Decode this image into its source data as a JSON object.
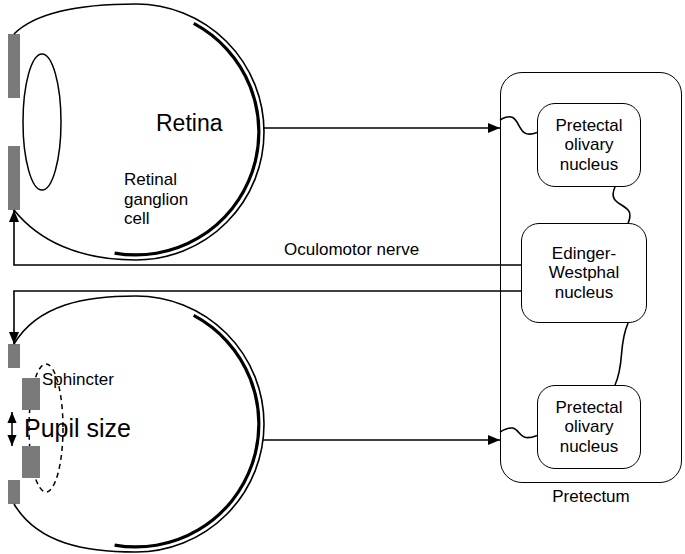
{
  "diagram": {
    "nodes": [
      {
        "text": [
          "Retina",
          "Retinal ganglion cell"
        ]
      },
      {
        "text": [
          "Pretectum"
        ]
      },
      {
        "text": [
          "Pretectal olivary nucleus"
        ],
        "in": 1
      },
      {
        "text": [
          "Edinger-Westphal nucleus"
        ],
        "in": 1
      },
      {
        "text": [
          "Sphincter",
          "Pupil size"
        ]
      },
      {
        "text": [
          "Pretectal olivary nucleus"
        ],
        "in": 1
      }
    ],
    "edges": [
      {
        "from": 0,
        "to": 1,
        "arrow": "to"
      },
      {
        "from": 1,
        "to": 2,
        "arrow": "none"
      },
      {
        "from": 2,
        "to": 3,
        "arrow": "none"
      },
      {
        "from": 3,
        "to": 0,
        "label": "Oculomotor nerve",
        "arrow": "to"
      },
      {
        "from": 3,
        "to": 4,
        "arrow": "to"
      },
      {
        "from": 4,
        "to": 1,
        "arrow": "to"
      },
      {
        "from": 1,
        "to": 5,
        "arrow": "none"
      },
      {
        "from": 3,
        "to": 5,
        "arrow": "none"
      }
    ]
  }
}
